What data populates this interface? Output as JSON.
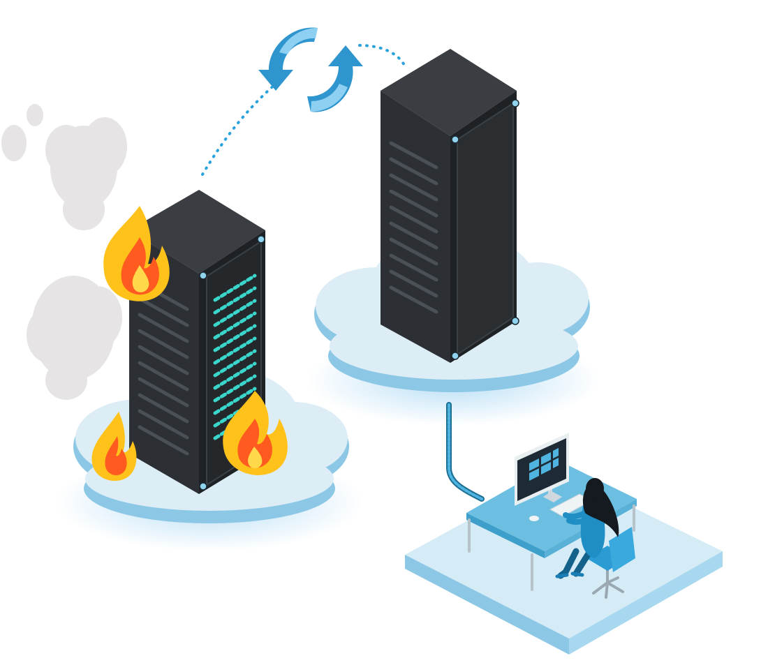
{
  "scene": {
    "background": "#ffffff",
    "status": {
      "failed_server": "on-fire",
      "backup_server": "online",
      "replication": "syncing"
    },
    "icons": [
      "server-rack-icon",
      "flame-icon",
      "smoke-cloud-icon",
      "sync-arrows-icon",
      "cloud-platform-icon",
      "monitor-icon",
      "desk-icon",
      "office-chair-icon",
      "worker-figure-icon"
    ],
    "colors": {
      "cloud_fill": "#dcedf6",
      "cloud_edge": "#8cc8e6",
      "rack_front": "#2c2f33",
      "rack_side": "#1f2225",
      "rack_top": "#3a3d41",
      "led_cyan": "#3ad6cc",
      "flame_outer": "#ffc21a",
      "flame_inner": "#ff5a1f",
      "smoke": "#e6e4e4",
      "sync_blue": "#2f95cf",
      "connection_dots": "#2aa3dc",
      "floor": "#d5ecf7",
      "desk": "#6dbfe2",
      "person_shirt": "#1e8ec5"
    }
  }
}
